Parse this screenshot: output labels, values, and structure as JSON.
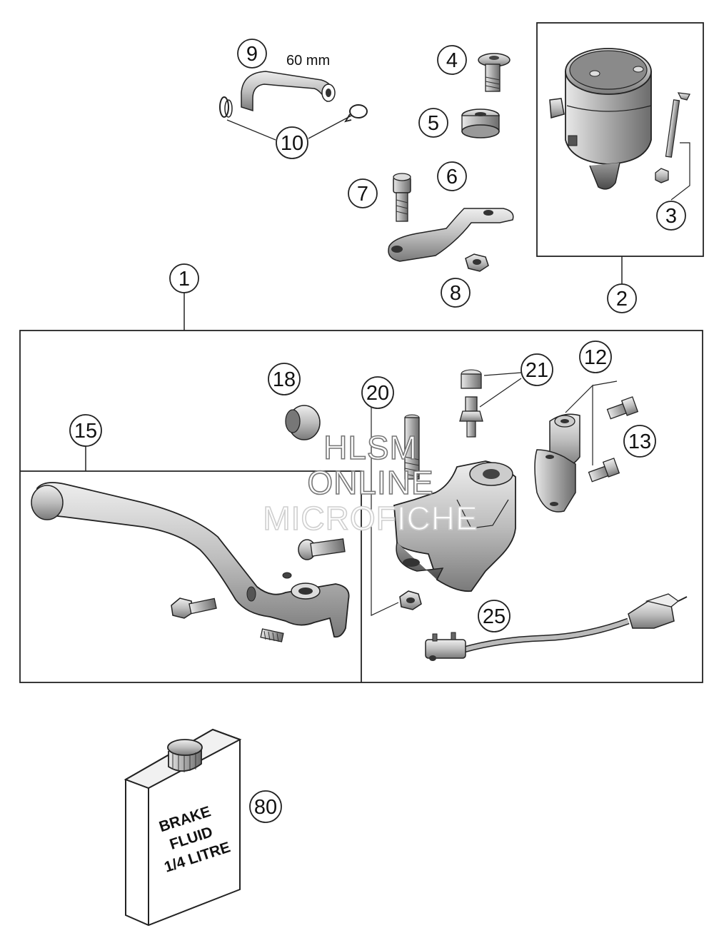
{
  "callouts": {
    "c1": "1",
    "c2": "2",
    "c3": "3",
    "c4": "4",
    "c5": "5",
    "c6": "6",
    "c7": "7",
    "c8": "8",
    "c9": "9",
    "c10": "10",
    "c12": "12",
    "c13": "13",
    "c15": "15",
    "c18": "18",
    "c20": "20",
    "c21": "21",
    "c25": "25",
    "c80": "80"
  },
  "hose_length_label": "60 mm",
  "watermark": {
    "line1": "HLSM",
    "line2": "ONLINE",
    "line3": "MICROFICHE"
  },
  "brake_fluid_label": {
    "line1": "BRAKE",
    "line2": "FLUID",
    "line3": "1/4 LITRE"
  }
}
